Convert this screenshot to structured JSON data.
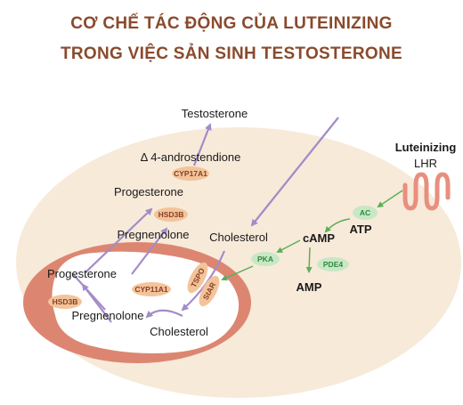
{
  "title": {
    "line1": "CƠ CHẾ TÁC ĐỘNG CỦA LUTEINIZING",
    "line2": "TRONG VIỆC SẢN SINH TESTOSTERONE"
  },
  "labels": {
    "testosterone": "Testosterone",
    "androstendione": "Δ 4-androstendione",
    "progesterone_upper": "Progesterone",
    "pregnenolone_upper": "Pregnenolone",
    "cholesterol_cell": "Cholesterol",
    "camp": "cAMP",
    "atp": "ATP",
    "amp": "AMP",
    "luteinizing": "Luteinizing",
    "lhr": "LHR",
    "progesterone_mito": "Progesterone",
    "pregnenolone_mito": "Pregnenolone",
    "cholesterol_mito": "Cholesterol"
  },
  "enzymes": {
    "cyp17a1": "CYP17A1",
    "hsd3b_upper": "HSD3B",
    "cyp11a1": "CYP11A1",
    "hsd3b_mito": "HSD3B",
    "tspo": "TSPO",
    "star": "StAR"
  },
  "signal_nodes": {
    "ac": "AC",
    "pka": "PKA",
    "pde4": "PDE4"
  },
  "colors": {
    "title": "#8a4a2c",
    "cell_fill": "#f7ead9",
    "mito_outer": "#dc8671",
    "mito_inner": "#ffffff",
    "enzyme_fill": "#f3c49a",
    "signal_fill": "#c8e7c5",
    "purple_arrow": "#a38bc9",
    "green_arrow": "#5cae5a",
    "receptor": "#e88f7f"
  }
}
